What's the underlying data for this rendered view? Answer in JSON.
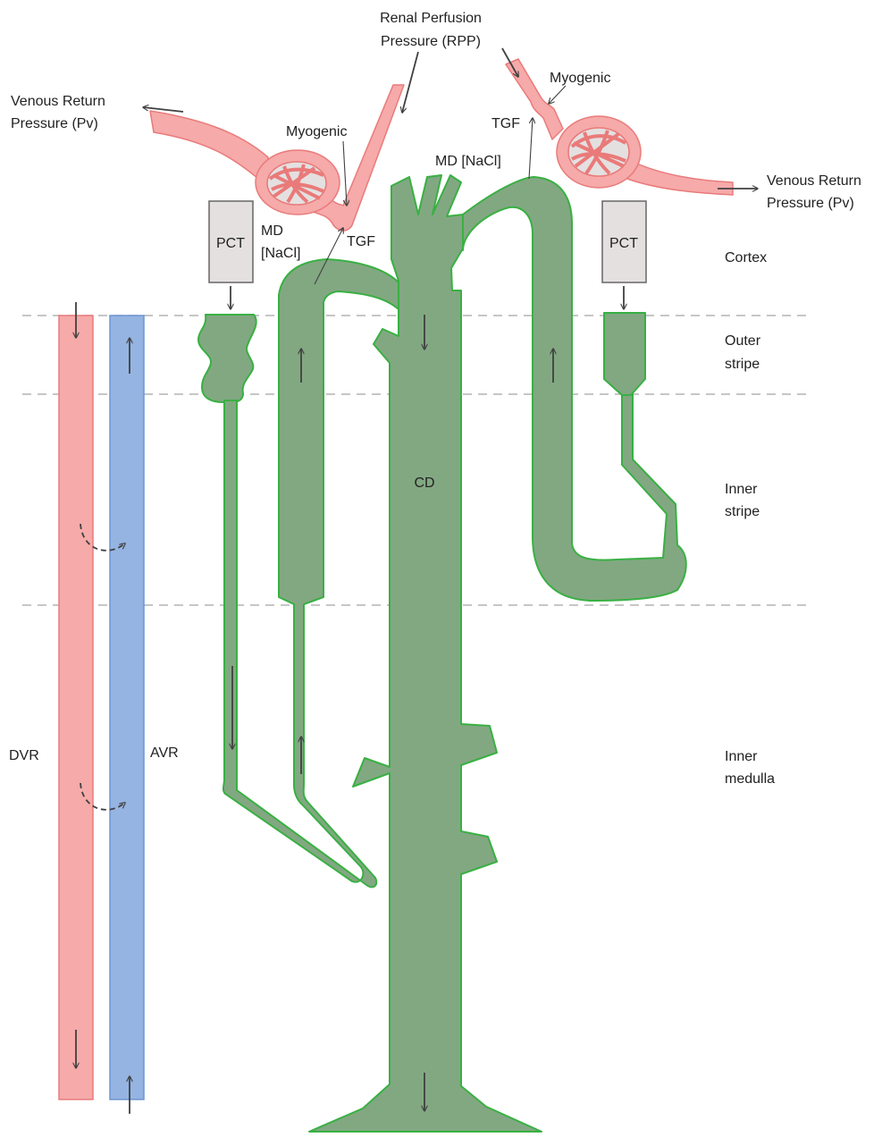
{
  "labels": {
    "rpp_line1": "Renal Perfusion",
    "rpp_line2": "Pressure (RPP)",
    "venous_left_line1": "Venous Return",
    "venous_left_line2": "Pressure (Pv)",
    "venous_right_line1": "Venous Return",
    "venous_right_line2": "Pressure (Pv)",
    "myogenic_left": "Myogenic",
    "myogenic_right": "Myogenic",
    "tgf_left": "TGF",
    "tgf_right": "TGF",
    "md_left_line1": "MD",
    "md_left_line2": "[NaCl]",
    "md_right": "MD [NaCl]",
    "pct_left": "PCT",
    "pct_right": "PCT",
    "cd": "CD",
    "dvr": "DVR",
    "avr": "AVR"
  },
  "zones": {
    "cortex": "Cortex",
    "outer_stripe_line1": "Outer",
    "outer_stripe_line2": "stripe",
    "inner_stripe_line1": "Inner",
    "inner_stripe_line2": "stripe",
    "inner_medulla_line1": "Inner",
    "inner_medulla_line2": "medulla"
  },
  "colors": {
    "tubule_fill": "#82a882",
    "tubule_stroke": "#39b043",
    "vessel_fill": "#f6aaaa",
    "vessel_stroke": "#ea7a7a",
    "dvr": "#f6aaaa",
    "avr": "#95b4e2",
    "pct_box": "#e4e0e0"
  }
}
